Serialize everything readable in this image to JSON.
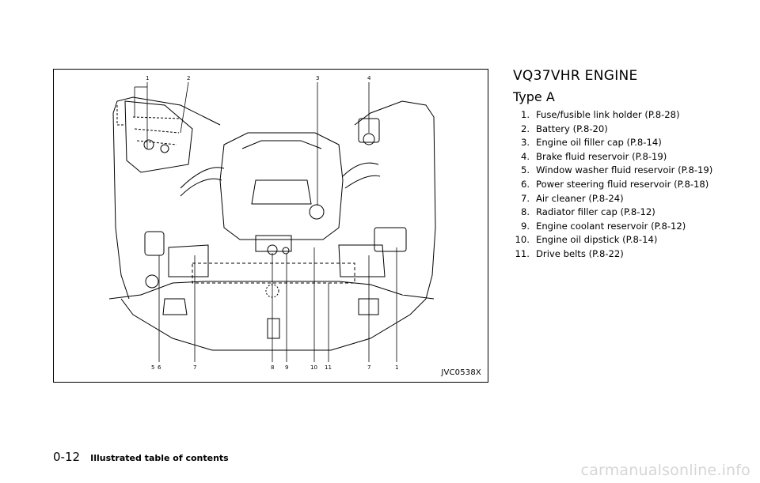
{
  "figure": {
    "code": "JVC0538X",
    "callouts": {
      "top": [
        "1",
        "2",
        "3",
        "4"
      ],
      "bottom": [
        "5",
        "6",
        "7",
        "8",
        "9",
        "10",
        "11",
        "7",
        "1"
      ]
    }
  },
  "section": {
    "title": "VQ37VHR ENGINE",
    "subtitle": "Type A",
    "items": [
      {
        "num": "1.",
        "text": "Fuse/fusible link holder (P.8-28)"
      },
      {
        "num": "2.",
        "text": "Battery (P.8-20)"
      },
      {
        "num": "3.",
        "text": "Engine oil filler cap (P.8-14)"
      },
      {
        "num": "4.",
        "text": "Brake fluid reservoir (P.8-19)"
      },
      {
        "num": "5.",
        "text": "Window washer fluid reservoir (P.8-19)"
      },
      {
        "num": "6.",
        "text": "Power steering fluid reservoir (P.8-18)"
      },
      {
        "num": "7.",
        "text": "Air cleaner (P.8-24)"
      },
      {
        "num": "8.",
        "text": "Radiator filler cap (P.8-12)"
      },
      {
        "num": "9.",
        "text": "Engine coolant reservoir (P.8-12)"
      },
      {
        "num": "10.",
        "text": "Engine oil dipstick (P.8-14)"
      },
      {
        "num": "11.",
        "text": "Drive belts (P.8-22)"
      }
    ]
  },
  "footer": {
    "page_number": "0-12",
    "title": "Illustrated table of contents"
  },
  "watermark": "carmanualsonline.info"
}
